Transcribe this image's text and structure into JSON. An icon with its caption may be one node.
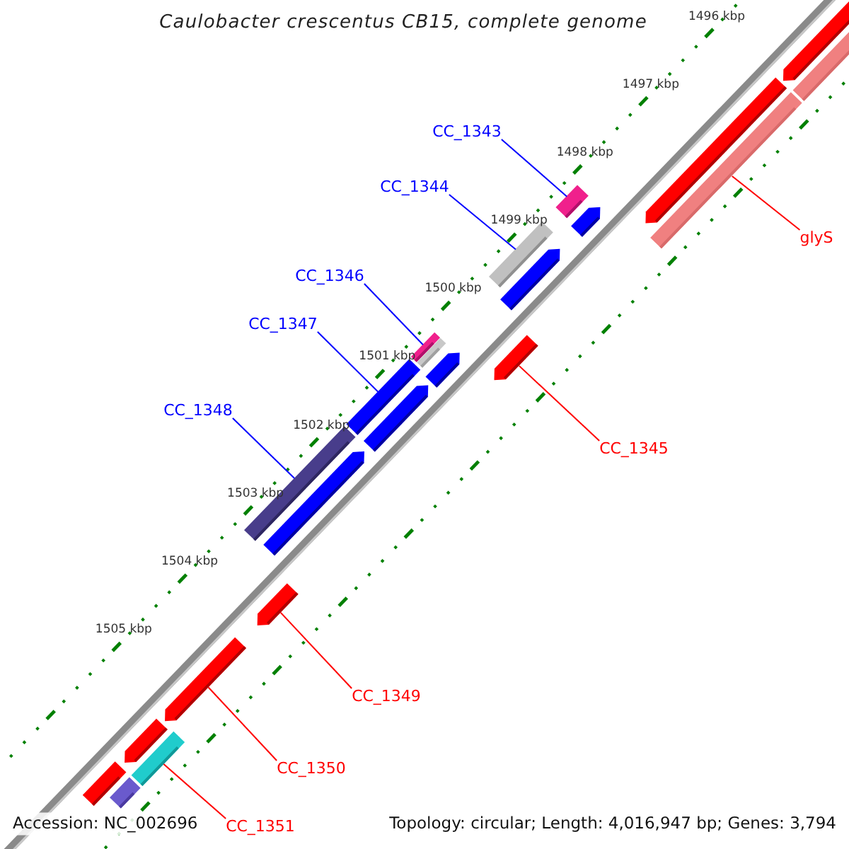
{
  "diagram": {
    "title": "Caulobacter crescentus CB15, complete genome",
    "nodes": [
      {
        "text": [
          "CC_1343"
        ]
      },
      {
        "text": [
          "CC_1344"
        ]
      },
      {
        "text": [
          "glyS"
        ]
      },
      {
        "text": [
          "CC_1346"
        ]
      },
      {
        "text": [
          "CC_1347"
        ]
      },
      {
        "text": [
          "CC_1348"
        ]
      },
      {
        "text": [
          "CC_1345"
        ]
      },
      {
        "text": [
          "CC_1349"
        ]
      },
      {
        "text": [
          "CC_1350"
        ]
      },
      {
        "text": [
          "CC_1351"
        ]
      },
      {
        "text": [],
        "shape": "bar"
      },
      {
        "text": [],
        "shape": "bar"
      },
      {
        "text": [],
        "shape": "bar"
      },
      {
        "text": [],
        "shape": "bar"
      },
      {
        "text": [],
        "shape": "bar"
      },
      {
        "text": [],
        "shape": "bar"
      },
      {
        "text": [],
        "shape": "bar"
      },
      {
        "text": [],
        "shape": "bar"
      },
      {
        "text": [],
        "shape": "bar"
      },
      {
        "text": [],
        "shape": "bar"
      },
      {
        "text": [],
        "shape": "bar"
      },
      {
        "text": [],
        "shape": "bar"
      },
      {
        "text": [],
        "shape": "bar"
      },
      {
        "text": [],
        "shape": "bar"
      },
      {
        "text": [],
        "shape": "bar"
      },
      {
        "text": [],
        "shape": "bar"
      },
      {
        "text": [],
        "shape": "bar"
      },
      {
        "text": [],
        "shape": "bar"
      },
      {
        "text": [],
        "shape": "bar"
      },
      {
        "text": [],
        "shape": "bar"
      },
      {
        "text": [],
        "shape": "bar"
      },
      {
        "text": [],
        "shape": "bar"
      }
    ],
    "edges": [
      {
        "from": 0,
        "to": 14,
        "arrow": "none",
        "color": "#0000ff"
      },
      {
        "from": 1,
        "to": 16,
        "arrow": "none",
        "color": "#0000ff"
      },
      {
        "from": 2,
        "to": 13,
        "arrow": "none",
        "color": "#ff0000"
      },
      {
        "from": 3,
        "to": 20,
        "arrow": "none",
        "color": "#0000ff"
      },
      {
        "from": 4,
        "to": 22,
        "arrow": "none",
        "color": "#0000ff"
      },
      {
        "from": 5,
        "to": 24,
        "arrow": "none",
        "color": "#0000ff"
      },
      {
        "from": 6,
        "to": 18,
        "arrow": "none",
        "color": "#ff0000"
      },
      {
        "from": 7,
        "to": 26,
        "arrow": "none",
        "color": "#ff0000"
      },
      {
        "from": 8,
        "to": 27,
        "arrow": "none",
        "color": "#ff0000"
      },
      {
        "from": 9,
        "to": 29,
        "arrow": "none",
        "color": "#ff0000"
      }
    ],
    "labels": [
      "1496 kbp",
      "1497 kbp",
      "1498 kbp",
      "1499 kbp",
      "1500 kbp",
      "1501 kbp",
      "1502 kbp",
      "1503 kbp",
      "1504 kbp",
      "1505 kbp",
      "Accession: NC_002696",
      "Topology: circular; Length: 4,016,947 bp; Genes: 3,794"
    ]
  }
}
